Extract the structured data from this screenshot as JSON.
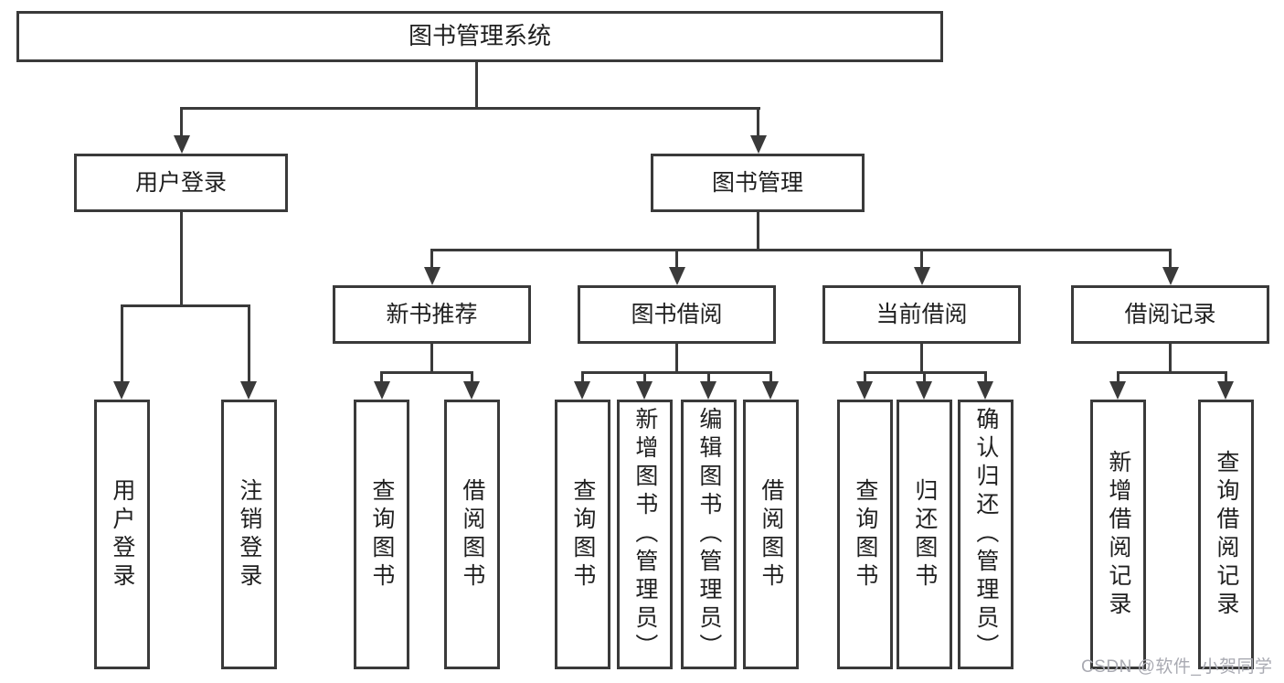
{
  "root": {
    "label": "图书管理系统"
  },
  "branches": {
    "user_login": {
      "label": "用户登录",
      "children": [
        {
          "label": "用户登录"
        },
        {
          "label": "注销登录"
        }
      ]
    },
    "book_mgmt": {
      "label": "图书管理",
      "modules": [
        {
          "label": "新书推荐",
          "children": [
            {
              "label": "查询图书"
            },
            {
              "label": "借阅图书"
            }
          ]
        },
        {
          "label": "图书借阅",
          "children": [
            {
              "label": "查询图书"
            },
            {
              "label": "新增图书（管理员）"
            },
            {
              "label": "编辑图书（管理员）"
            },
            {
              "label": "借阅图书"
            }
          ]
        },
        {
          "label": "当前借阅",
          "children": [
            {
              "label": "查询图书"
            },
            {
              "label": "归还图书"
            },
            {
              "label": "确认归还（管理员）"
            }
          ]
        },
        {
          "label": "借阅记录",
          "children": [
            {
              "label": "新增借阅记录"
            },
            {
              "label": "查询借阅记录"
            }
          ]
        }
      ]
    }
  },
  "watermark": {
    "text": "CSDN @软件_小贺同学"
  },
  "colors": {
    "line": "#3a3a3a",
    "text": "#1f1f1f",
    "background": "#ffffff",
    "watermark": "#a9aab2"
  }
}
